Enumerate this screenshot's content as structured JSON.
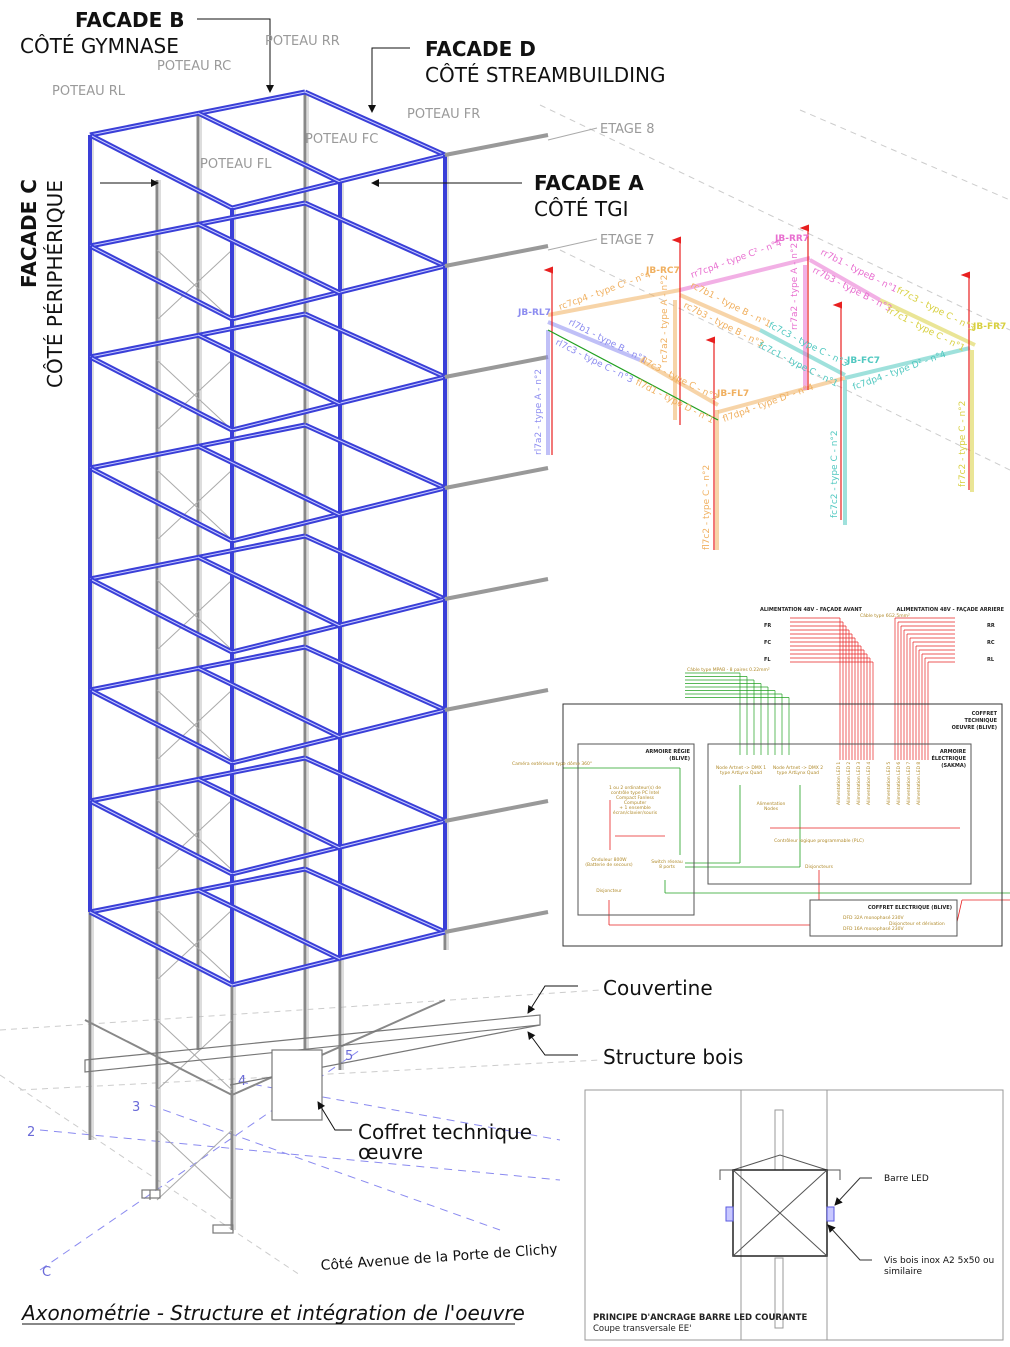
{
  "tower": {
    "facade_b": {
      "title": "FACADE B",
      "subtitle": "CÔTÉ GYMNASE"
    },
    "facade_d": {
      "title": "FACADE D",
      "subtitle": "CÔTÉ STREAMBUILDING"
    },
    "facade_a": {
      "title": "FACADE A",
      "subtitle": "CÔTÉ TGI"
    },
    "facade_c": {
      "title": "FACADE C",
      "subtitle": "CÔTÉ PÉRIPHÉRIQUE"
    },
    "posts": [
      "POTEAU RR",
      "POTEAU RC",
      "POTEAU RL",
      "POTEAU FR",
      "POTEAU FC",
      "POTEAU FL"
    ],
    "floors": [
      "ETAGE 8",
      "ETAGE 7"
    ],
    "callouts": {
      "couvertine": "Couvertine",
      "structure_bois": "Structure bois",
      "coffret_1": "Coffret technique",
      "coffret_2": "œuvre",
      "avenue": "Côté Avenue de la Porte de Clichy"
    },
    "grid_marks": [
      "2",
      "3",
      "4",
      "5",
      "C"
    ],
    "caption": "Axonométrie - Structure et intégration de l'oeuvre",
    "frame_color": "#3a3fd8"
  },
  "led_plan": {
    "junction_boxes": [
      "JB-RR7",
      "JB-RC7",
      "JB-RL7",
      "JB-FR7",
      "JB-FC7",
      "JB-FL7"
    ],
    "segments": [
      "rr7cp4 - type C² - n°4",
      "rc7cp4 - type C² - n°4",
      "rr7b1 - typeB - n°1",
      "rr7b3 - type B - n°3",
      "fr7c3 - type C - n°3",
      "fr7c1 - type C - n°1",
      "rc7b1 - type B - n°1",
      "rc7b3 - type B - n°3",
      "fc7c3 - type C - n°3",
      "fc7c1 - type C - n°1",
      "rl7b1 - type B - n°1",
      "rl7c3 - type C - n°3",
      "fl7c3 - type C - n°3",
      "fl7d1 - type D - n°1",
      "fl7dp4 - type D² - n°4",
      "fc7dp4 - type D² - n°4",
      "rc7a2 - type A - n°2",
      "rr7a2 - type A - n°2",
      "rl7a2 - type A - n°2",
      "fl7c2 - type C - n°2",
      "fc7c2 - type C - n°2",
      "fr7c2 - type C - n°2"
    ],
    "colors": {
      "pink": "#e86fd0",
      "orange": "#f0b060",
      "purple": "#8c8cf0",
      "yellow": "#d8d040",
      "teal": "#50c8c0",
      "red": "#e82020",
      "green": "#20a020"
    }
  },
  "schematic": {
    "alim_front": "ALIMENTATION 48V - FAÇADE AVANT",
    "alim_rear": "ALIMENTATION 48V - FAÇADE ARRIERE",
    "cable_power": "Câble type 6G2.5mm²",
    "cable_data": "Câble type MPAB - 8 paires 0.22mm²",
    "coffret_oeuvre": [
      "COFFRET",
      "TECHNIQUE",
      "OEUVRE (BLIVE)"
    ],
    "armoire_regie": [
      "ARMOIRE RÉGIE",
      "(BLIVE)"
    ],
    "armoire_elec": [
      "ARMOIRE",
      "ÉLECTRIQUE",
      "(SAKMA)"
    ],
    "coffret_elec": "COFFRET ELECTRIQUE (BLIVE)",
    "camera": "Caméra extérieure type dôme 360°",
    "computer": [
      "1 ou 2 ordinateur(s) de",
      "contrôle type PC Intel",
      "Compact Fanless",
      "Computer",
      "+ 1 ensemble",
      "écran/clavier/souris"
    ],
    "onduleur": [
      "Onduleur 800W",
      "(Batterie de secours)"
    ],
    "switch": [
      "Switch réseau",
      "8 ports"
    ],
    "disjoncteur": "Disjoncteur",
    "disjoncteurs": "Disjoncteurs",
    "node1": [
      "Node Artnet -> DMX 1",
      "type ArtLynx Quad"
    ],
    "node2": [
      "Node Artnet -> DMX 2",
      "type ArtLynx Quad"
    ],
    "alim_nodes": [
      "Alimentation",
      "Nodes"
    ],
    "plc": "Contrôleur logique programmable (PLC)",
    "alim_led": [
      "Alimentation LED 1",
      "Alimentation LED 2",
      "Alimentation LED 3",
      "Alimentation LED 4",
      "Alimentation LED 5",
      "Alimentation LED 6",
      "Alimentation LED 7",
      "Alimentation LED 8"
    ],
    "dfd1": "DFD 32A monophasé 230V",
    "dfd2": "DFD 16A monophasé 230V",
    "disj_deriv": "Disjoncteur et dérivation",
    "facade_codes": [
      "FR",
      "FC",
      "FL",
      "RR",
      "RC",
      "RL"
    ]
  },
  "detail": {
    "barre_led": "Barre LED",
    "vis": [
      "Vis bois inox A2 5x50 ou",
      "similaire"
    ],
    "title": "PRINCIPE D'ANCRAGE BARRE LED COURANTE",
    "subtitle": "Coupe transversale EE'"
  }
}
